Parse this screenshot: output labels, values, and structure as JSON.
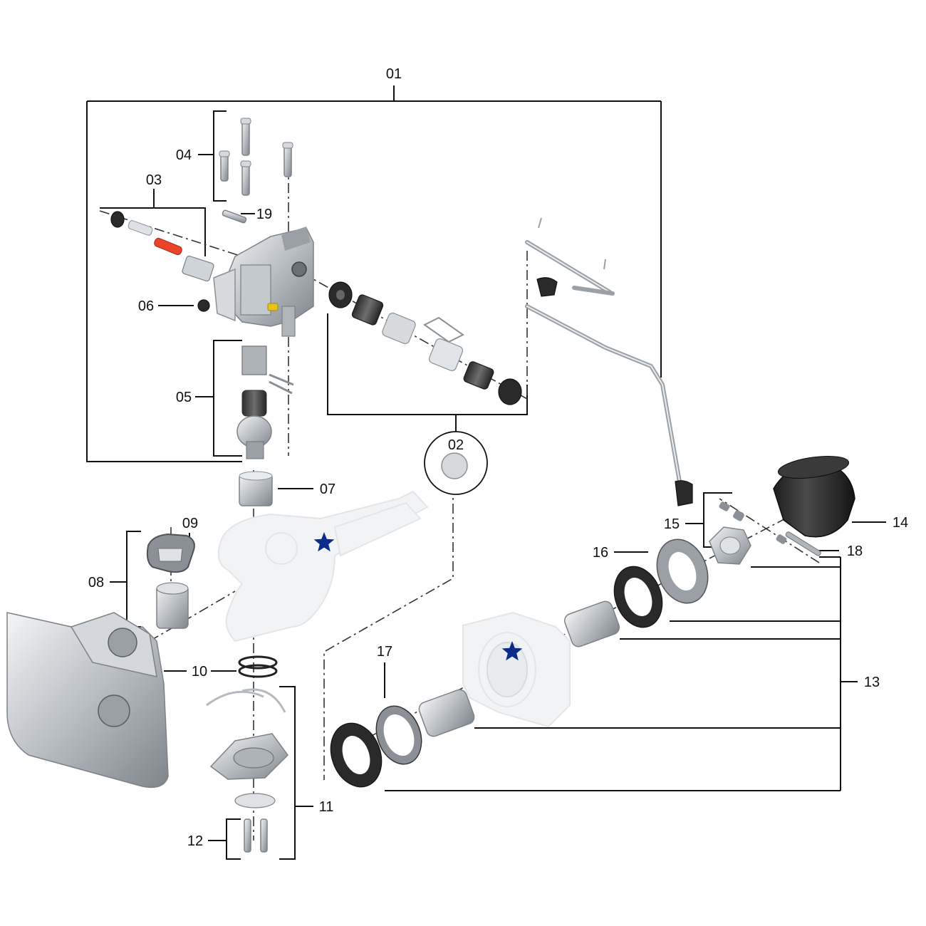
{
  "callouts": {
    "c01": "01",
    "c02": "02",
    "c03": "03",
    "c04": "04",
    "c05": "05",
    "c06": "06",
    "c07": "07",
    "c08": "08",
    "c09": "09",
    "c10": "10",
    "c11": "11",
    "c12": "12",
    "c13": "13",
    "c14": "14",
    "c15": "15",
    "c16": "16",
    "c17": "17",
    "c18": "18",
    "c19": "19"
  },
  "colors": {
    "line": "#111111",
    "star": "#0a2d8c",
    "highlight_pin": "#e8452a",
    "brass_pin": "#e8c21a"
  },
  "icons": {
    "marker": "star-icon"
  }
}
